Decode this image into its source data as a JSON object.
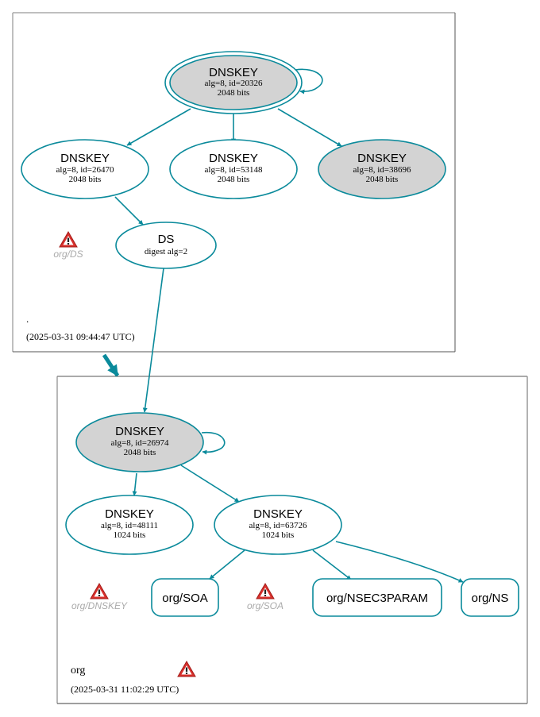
{
  "colors": {
    "edge": "#0a8a9b",
    "node_fill_gray": "#d3d3d3",
    "node_fill_white": "#ffffff",
    "warn_text": "#aaaaaa",
    "warn_icon": "#d9302c"
  },
  "zones": [
    {
      "name": ".",
      "timestamp": "(2025-03-31 09:44:47 UTC)"
    },
    {
      "name": "org",
      "timestamp": "(2025-03-31 11:02:29 UTC)"
    }
  ],
  "nodes": [
    {
      "id": "root_ksk",
      "type": "DNSKEY",
      "line1": "DNSKEY",
      "line2": "alg=8, id=20326",
      "line3": "2048 bits",
      "fill": "gray",
      "trust_anchor": true
    },
    {
      "id": "root_26470",
      "type": "DNSKEY",
      "line1": "DNSKEY",
      "line2": "alg=8, id=26470",
      "line3": "2048 bits",
      "fill": "white"
    },
    {
      "id": "root_53148",
      "type": "DNSKEY",
      "line1": "DNSKEY",
      "line2": "alg=8, id=53148",
      "line3": "2048 bits",
      "fill": "white"
    },
    {
      "id": "root_38696",
      "type": "DNSKEY",
      "line1": "DNSKEY",
      "line2": "alg=8, id=38696",
      "line3": "2048 bits",
      "fill": "gray"
    },
    {
      "id": "org_ds",
      "type": "DS",
      "line1": "DS",
      "line2": "digest alg=2",
      "fill": "white"
    },
    {
      "id": "org_26974",
      "type": "DNSKEY",
      "line1": "DNSKEY",
      "line2": "alg=8, id=26974",
      "line3": "2048 bits",
      "fill": "gray"
    },
    {
      "id": "org_48111",
      "type": "DNSKEY",
      "line1": "DNSKEY",
      "line2": "alg=8, id=48111",
      "line3": "1024 bits",
      "fill": "white"
    },
    {
      "id": "org_63726",
      "type": "DNSKEY",
      "line1": "DNSKEY",
      "line2": "alg=8, id=63726",
      "line3": "1024 bits",
      "fill": "white"
    },
    {
      "id": "org_soa",
      "type": "RRset",
      "label": "org/SOA"
    },
    {
      "id": "org_nsec3param",
      "type": "RRset",
      "label": "org/NSEC3PARAM"
    },
    {
      "id": "org_ns",
      "type": "RRset",
      "label": "org/NS"
    }
  ],
  "warnings": [
    {
      "label": "org/DS"
    },
    {
      "label": "org/DNSKEY"
    },
    {
      "label": "org/SOA"
    },
    {
      "label": ""
    }
  ],
  "edges": [
    [
      "root_ksk",
      "root_ksk"
    ],
    [
      "root_ksk",
      "root_26470"
    ],
    [
      "root_ksk",
      "root_53148"
    ],
    [
      "root_ksk",
      "root_38696"
    ],
    [
      "root_26470",
      "org_ds"
    ],
    [
      "org_ds",
      "org_26974"
    ],
    [
      "org_26974",
      "org_26974"
    ],
    [
      "org_26974",
      "org_48111"
    ],
    [
      "org_26974",
      "org_63726"
    ],
    [
      "org_63726",
      "org_soa"
    ],
    [
      "org_63726",
      "org_nsec3param"
    ],
    [
      "org_63726",
      "org_ns"
    ]
  ]
}
